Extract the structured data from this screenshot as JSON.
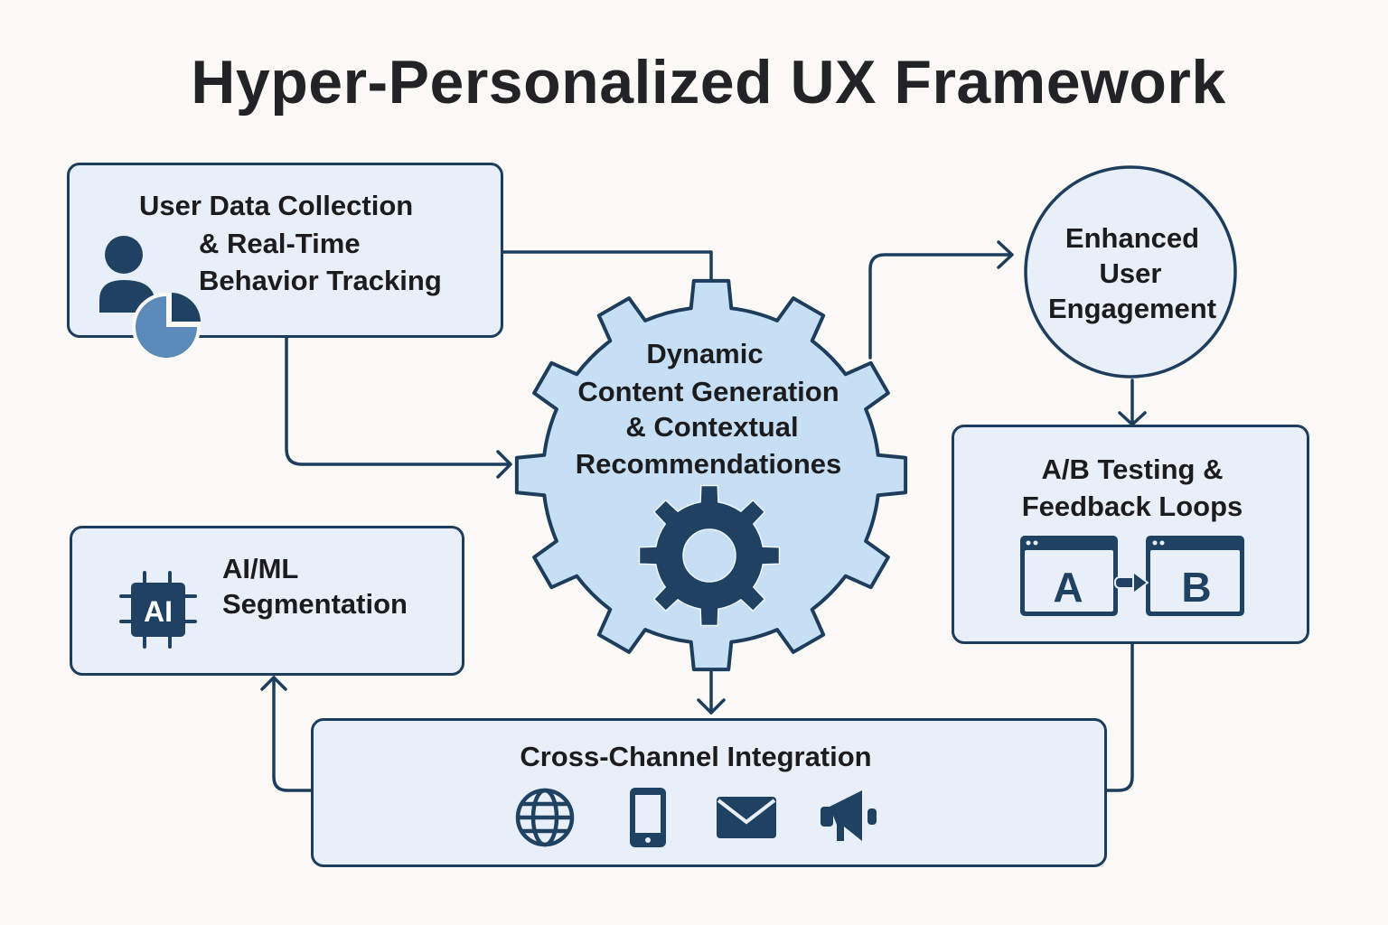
{
  "title": "Hyper-Personalized UX Framework",
  "colors": {
    "background": "#faf9f6",
    "box_fill": "#e9eff8",
    "stroke": "#1e3d5c",
    "gear_fill": "#c6dff5",
    "icon_dark": "#1f4263",
    "icon_mid": "#5b8ab8",
    "text": "#1c1c1e"
  },
  "nodes": {
    "user_data": {
      "lines": [
        "User Data Collection",
        "& Real-Time",
        "Behavior Tracking"
      ],
      "icon": "user-analytics-icon"
    },
    "dynamic_content": {
      "lines": [
        "Dynamic",
        "Content Generation",
        "& Contextual",
        "Recommendationes"
      ],
      "icon": "gear-icon"
    },
    "engagement": {
      "lines": [
        "Enhanced",
        "User",
        "Engagement"
      ]
    },
    "ab_testing": {
      "lines": [
        "A/B Testing &",
        "Feedback Loops"
      ],
      "icon": "ab-test-icon",
      "variant_a": "A",
      "variant_b": "B"
    },
    "ai_ml": {
      "lines": [
        "AI/ML",
        "Segmentation"
      ],
      "icon": "ai-chip-icon",
      "chip_label": "AI"
    },
    "cross_channel": {
      "lines": [
        "Cross-Channel Integration"
      ],
      "icons": [
        "globe-icon",
        "smartphone-icon",
        "email-icon",
        "megaphone-icon"
      ]
    }
  },
  "edges": [
    {
      "from": "user_data",
      "to": "dynamic_content"
    },
    {
      "from": "user_data",
      "to": "dynamic_content"
    },
    {
      "from": "dynamic_content",
      "to": "engagement"
    },
    {
      "from": "engagement",
      "to": "ab_testing"
    },
    {
      "from": "dynamic_content",
      "to": "cross_channel"
    },
    {
      "from": "ab_testing",
      "to": "cross_channel"
    },
    {
      "from": "cross_channel",
      "to": "ai_ml"
    }
  ]
}
